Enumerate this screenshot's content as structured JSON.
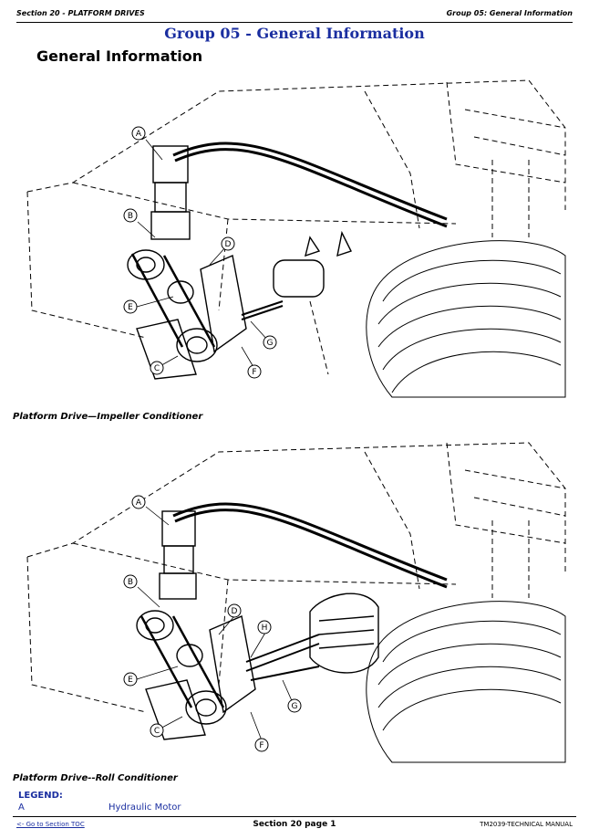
{
  "header": {
    "section": "Section 20 - PLATFORM DRIVES",
    "group": "Group 05: General Information"
  },
  "group_title": "Group 05 - General Information",
  "section_title": "General Information",
  "figures": [
    {
      "caption": "Platform Drive—Impeller Conditioner",
      "callouts": [
        "A",
        "B",
        "C",
        "D",
        "E",
        "F",
        "G"
      ]
    },
    {
      "caption": "Platform Drive--Roll Conditioner",
      "callouts": [
        "A",
        "B",
        "C",
        "D",
        "E",
        "F",
        "G",
        "H"
      ]
    }
  ],
  "legend": {
    "title": "LEGEND:",
    "items": [
      {
        "key": "A",
        "value": "Hydraulic Motor"
      }
    ]
  },
  "footer": {
    "toc_link": "<- Go to Section TOC",
    "page": "Section 20 page 1",
    "manual": "TM2039-TECHNICAL MANUAL"
  }
}
